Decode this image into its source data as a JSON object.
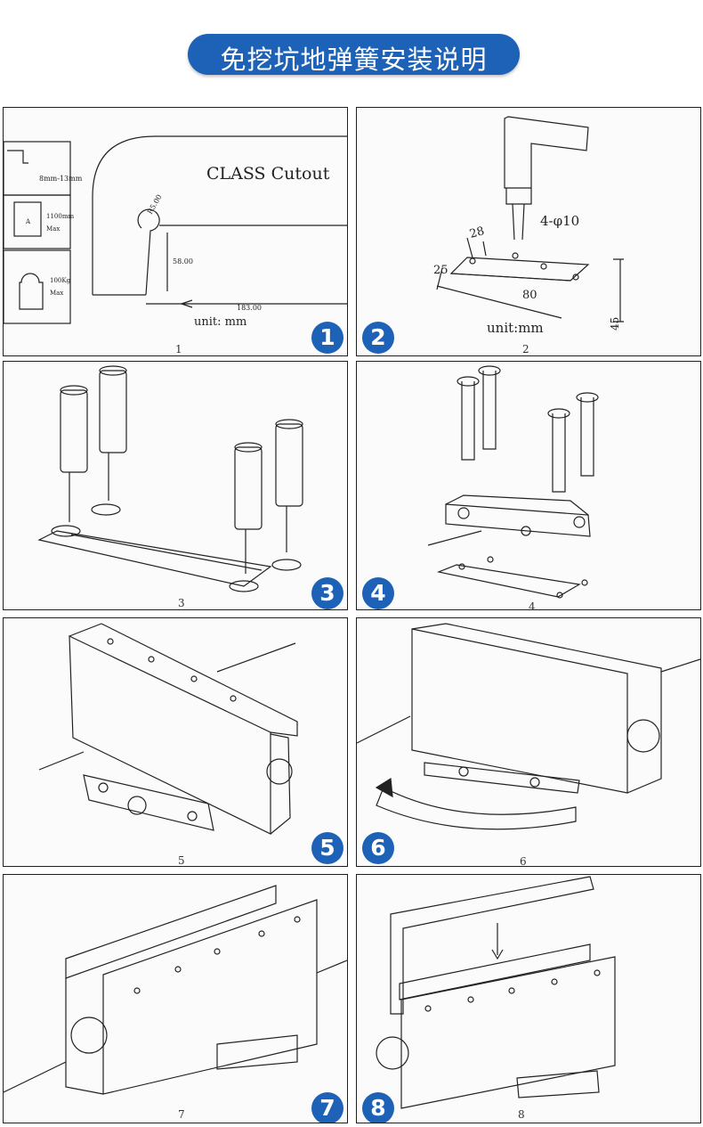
{
  "title": "免挖坑地弹簧安装说明",
  "steps": [
    {
      "badge": "1",
      "caption": "1",
      "drawing_title": "CLASS Cutout",
      "unit": "unit: mm",
      "dim_radius": "R5.00",
      "dim_height": "58.00",
      "dim_width": "183.00",
      "legend": [
        "8mm-13mm",
        "A",
        "1100mm",
        "Max",
        "100Kg",
        "Max"
      ]
    },
    {
      "badge": "2",
      "caption": "2",
      "unit": "unit:mm",
      "holes": "4-φ10",
      "dim_a": "28",
      "dim_b": "25",
      "dim_c": "80",
      "dim_d": "45"
    },
    {
      "badge": "3",
      "caption": "3"
    },
    {
      "badge": "4",
      "caption": "4"
    },
    {
      "badge": "5",
      "caption": "5"
    },
    {
      "badge": "6",
      "caption": "6"
    },
    {
      "badge": "7",
      "caption": "7"
    },
    {
      "badge": "8",
      "caption": "8"
    }
  ],
  "colors": {
    "accent": "#1d62b6",
    "line": "#1f1f1f"
  }
}
